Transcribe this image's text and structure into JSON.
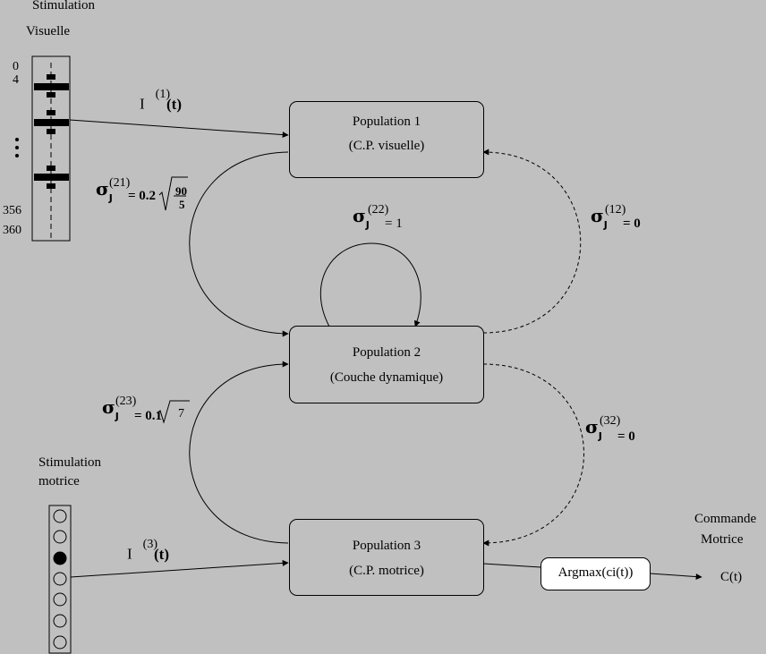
{
  "stim_visual": {
    "line1": "Stimulation",
    "line2": "Visuelle",
    "tick_0": "0",
    "tick_4": "4",
    "tick_356": "356",
    "tick_360": "360"
  },
  "stim_motor": {
    "line1": "Stimulation",
    "line2": "motrice",
    "units": 7,
    "active_unit": 3
  },
  "input1": {
    "base": "I",
    "sup": "(1)",
    "arg": "(t)"
  },
  "input3": {
    "base": "I",
    "sup": "(3)",
    "arg": "(t)"
  },
  "pop1": {
    "title": "Population 1",
    "subtitle": "(C.P. visuelle)"
  },
  "pop2": {
    "title": "Population 2",
    "subtitle": "(Couche dynamique)"
  },
  "pop3": {
    "title": "Population 3",
    "subtitle": "(C.P. motrice)"
  },
  "sigma_21": {
    "sigma": "σ",
    "sub": "J",
    "sup": "(21)",
    "eq": "= 0.2",
    "num": "90",
    "den": "5"
  },
  "sigma_22": {
    "sigma": "σ",
    "sub": "J",
    "sup": "(22)",
    "eq": "= 1"
  },
  "sigma_12": {
    "sigma": "σ",
    "sub": "J",
    "sup": "(12)",
    "eq": "= 0"
  },
  "sigma_23": {
    "sigma": "σ",
    "sub": "J",
    "sup": "(23)",
    "eq": "= 0.1",
    "rad": "7"
  },
  "sigma_32": {
    "sigma": "σ",
    "sub": "J",
    "sup": "(32)",
    "eq": "= 0"
  },
  "argmax": {
    "label": "Argmax(ci(t))"
  },
  "command": {
    "line1": "Commande",
    "line2": "Motrice",
    "output": "C(t)"
  }
}
